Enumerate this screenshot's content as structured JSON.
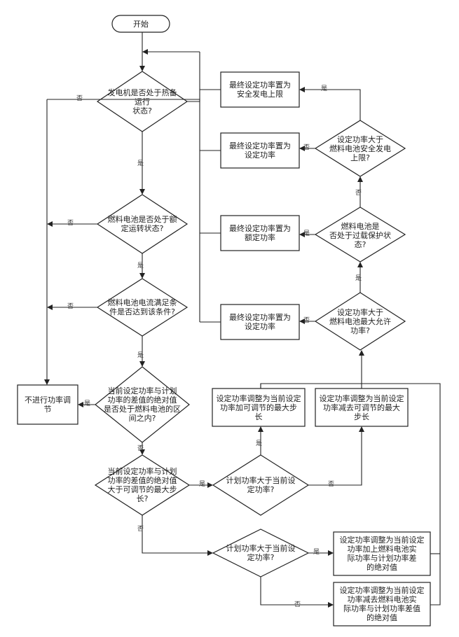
{
  "nodes": {
    "start": "开始",
    "d1": "发电机是否处于热备运行\n状态?",
    "d2": "燃料电池是否处于额\n定运转状态?",
    "d3": "燃料电池电流满足条\n件是否达到该条件?",
    "d4": "当前设定功率与计划\n功率的差值的绝对值\n是否处于燃料电池的区\n间之内?",
    "d5": "当前设定功率与计划\n功率的差值的绝对值\n大于可调节的最大步\n长?",
    "d6": "计划功率大于当前设\n定功率?",
    "d7": "计划功率大于当前设\n定功率?",
    "r_no_adjust": "不进行功率调\n节",
    "r_inc_step": "设定功率调整为当前设定\n功率加可调节的最大步\n长",
    "r_dec_step": "设定功率调整为当前设定\n功率减去可调节的最大\n步长",
    "r_add_diff": "设定功率调整为当前设定\n功率加上燃料电池实\n际功率与计划功率差\n的绝对值",
    "r_sub_diff": "设定功率调整为当前设定\n功率减去燃料电池实\n际功率与计划功率差值\n的绝对值",
    "d_a": "设定功率大于\n燃料电池最大允许\n功率?",
    "d_b": "燃料电池是\n否处于过载保护状\n态?",
    "d_c": "设定功率大于\n燃料电池安全发电\n上限?",
    "r_final_1": "最终设定功率置为\n设定功率",
    "r_final_2": "最终设定功率置为\n额定功率",
    "r_final_3": "最终设定功率置为\n设定功率",
    "r_final_4": "最终设定功率置为\n安全发电上限"
  },
  "edges": {
    "yes": "是",
    "no": "否"
  }
}
